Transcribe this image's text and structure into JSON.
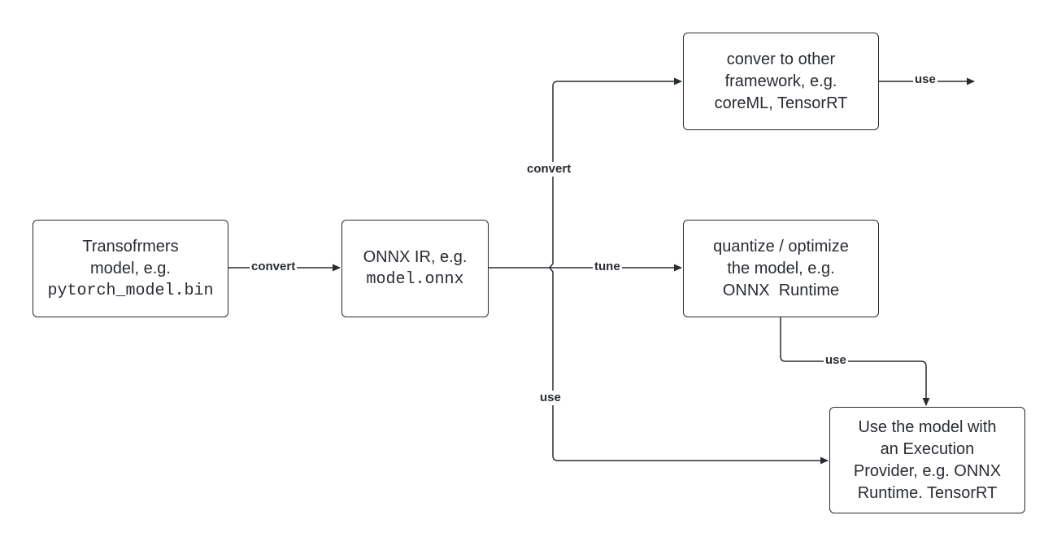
{
  "nodes": {
    "transformers": {
      "line1": "Transofrmers",
      "line2": "model, e.g.",
      "code": "pytorch_model.bin"
    },
    "onnx_ir": {
      "line1": "ONNX IR, e.g.",
      "code": "model.onnx"
    },
    "other_framework": {
      "line1": "conver to other",
      "line2": "framework, e.g.",
      "line3": "coreML, TensorRT"
    },
    "quantize": {
      "line1": "quantize / optimize",
      "line2": "the model, e.g.",
      "line3": "ONNX  Runtime"
    },
    "execution_provider": {
      "line1": "Use the model with",
      "line2": "an Execution",
      "line3": "Provider, e.g. ONNX",
      "line4": "Runtime. TensorRT"
    }
  },
  "edges": {
    "transformers_to_onnx": "convert",
    "onnx_to_other_framework": "convert",
    "other_framework_out": "use",
    "onnx_to_quantize": "tune",
    "quantize_to_execution": "use",
    "onnx_to_execution": "use"
  },
  "colors": {
    "stroke": "#282c33",
    "background": "#ffffff"
  }
}
